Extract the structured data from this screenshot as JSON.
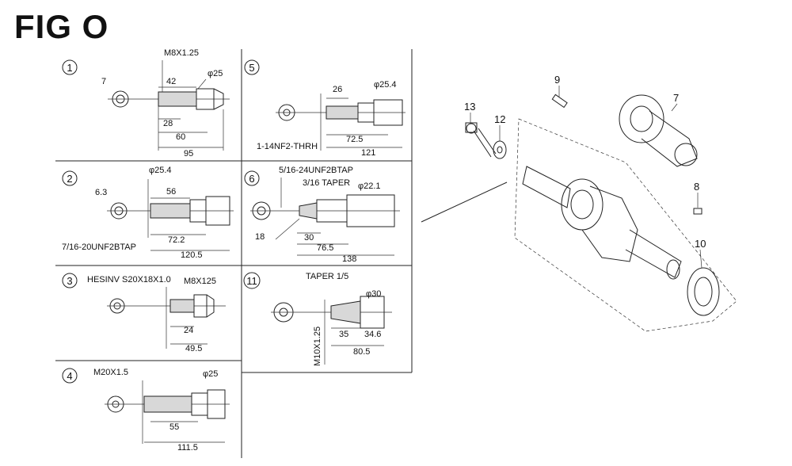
{
  "title": "FIG O",
  "panels": {
    "p1": {
      "num": "1",
      "thread": "M8X1.25",
      "d_face": "7",
      "d_42": "42",
      "dia": "φ25",
      "d_28": "28",
      "d_60": "60",
      "d_95": "95"
    },
    "p2": {
      "num": "2",
      "dia": "φ25.4",
      "d_face": "6.3",
      "d_56": "56",
      "d_722": "72.2",
      "d_1205": "120.5",
      "tap": "7/16-20UNF2BTAP"
    },
    "p3": {
      "num": "3",
      "spline": "HESINV S20X18X1.0",
      "thread": "M8X125",
      "d_24": "24",
      "d_495": "49.5"
    },
    "p4": {
      "num": "4",
      "thread": "M20X1.5",
      "dia": "φ25",
      "d_55": "55",
      "d_1115": "111.5"
    },
    "p5": {
      "num": "5",
      "d_26": "26",
      "dia": "φ25.4",
      "d_725": "72.5",
      "d_121": "121",
      "thread": "1-14NF2-THRH"
    },
    "p6": {
      "num": "6",
      "tap": "5/16-24UNF2BTAP",
      "taper": "3/16 TAPER",
      "dia": "φ22.1",
      "d_18": "18",
      "d_30": "30",
      "d_765": "76.5",
      "d_138": "138"
    },
    "p11": {
      "num": "11",
      "taper": "TAPER 1/5",
      "dia": "φ30",
      "d_35": "35",
      "d_346": "34.6",
      "d_805": "80.5",
      "thread": "M10X1.25"
    }
  },
  "callouts": [
    "13",
    "12",
    "9",
    "7",
    "8",
    "10"
  ]
}
